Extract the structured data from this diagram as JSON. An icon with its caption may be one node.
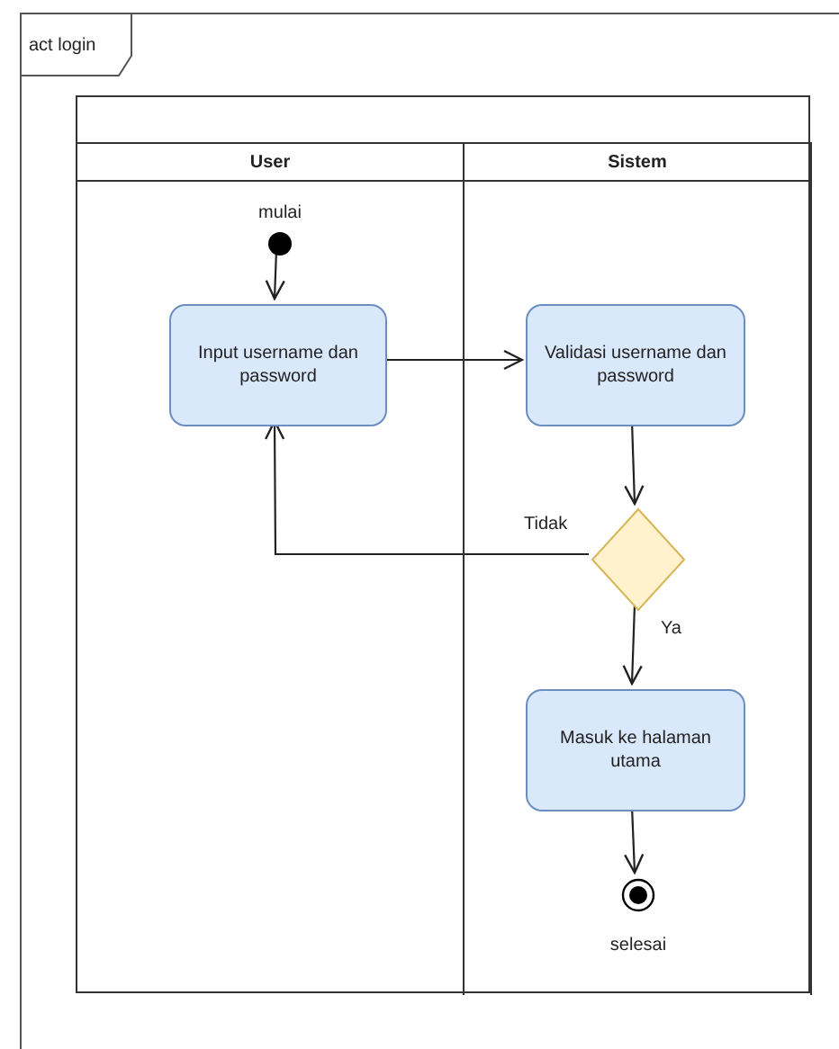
{
  "diagram": {
    "nodes": [
      {
        "text": [
          "act login"
        ]
      },
      {
        "text": [],
        "shape": "box",
        "in": 0
      },
      {
        "text": [
          "User"
        ],
        "in": 1
      },
      {
        "text": [
          "Sistem"
        ],
        "in": 1
      },
      {
        "text": [],
        "shape": "circle",
        "in": 2,
        "beside": [
          "mulai"
        ]
      },
      {
        "text": [
          "Input username dan password"
        ],
        "in": 2
      },
      {
        "text": [
          "Validasi username dan password"
        ],
        "in": 3
      },
      {
        "text": [],
        "shape": "diamond",
        "in": 3
      },
      {
        "text": [
          "Masuk ke halaman utama"
        ],
        "in": 3
      },
      {
        "text": [],
        "shape": "circle",
        "in": 3,
        "beside": [
          "selesai"
        ]
      }
    ],
    "edges": [
      {
        "from": 4,
        "to": 5,
        "arrow": "to"
      },
      {
        "from": 5,
        "to": 6,
        "arrow": "to"
      },
      {
        "from": 6,
        "to": 7,
        "arrow": "to"
      },
      {
        "from": 7,
        "to": 5,
        "arrow": "to",
        "label": "Tidak"
      },
      {
        "from": 7,
        "to": 8,
        "arrow": "to",
        "label": "Ya"
      },
      {
        "from": 8,
        "to": 9,
        "arrow": "to"
      }
    ]
  }
}
